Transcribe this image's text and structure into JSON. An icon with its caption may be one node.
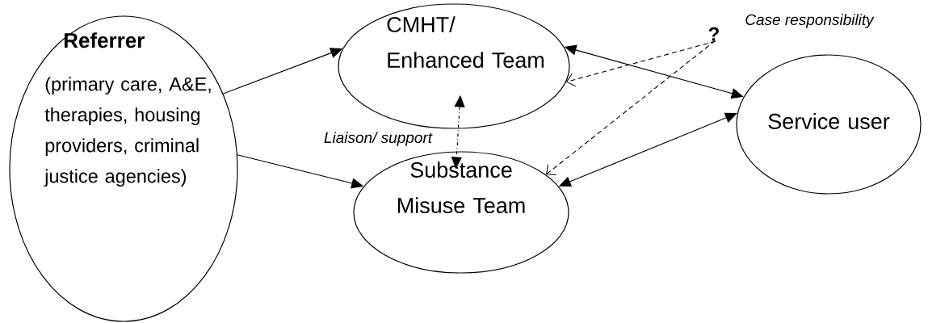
{
  "diagram": {
    "nodes": [
      {
        "text": [
          "Referrer",
          "(primary care, A&E, therapies, housing providers, criminal justice agencies)"
        ]
      },
      {
        "text": [
          "CMHT/ Enhanced Team"
        ]
      },
      {
        "text": [
          "Substance Misuse Team"
        ]
      },
      {
        "text": [
          "Service user"
        ]
      },
      {
        "text": [
          "?"
        ],
        "beside": [
          "Case responsibility"
        ]
      }
    ],
    "edges": [
      {
        "from": 0,
        "to": 1,
        "arrow": "to"
      },
      {
        "from": 0,
        "to": 2,
        "arrow": "to"
      },
      {
        "from": 1,
        "to": 3,
        "arrow": "both"
      },
      {
        "from": 2,
        "to": 3,
        "arrow": "both"
      },
      {
        "from": 1,
        "to": 2,
        "arrow": "both",
        "style": "dashed",
        "label": "Liaison/ support"
      },
      {
        "from": 4,
        "to": 1,
        "arrow": "to",
        "style": "dashed"
      },
      {
        "from": 4,
        "to": 2,
        "arrow": "to",
        "style": "dashed"
      }
    ]
  }
}
